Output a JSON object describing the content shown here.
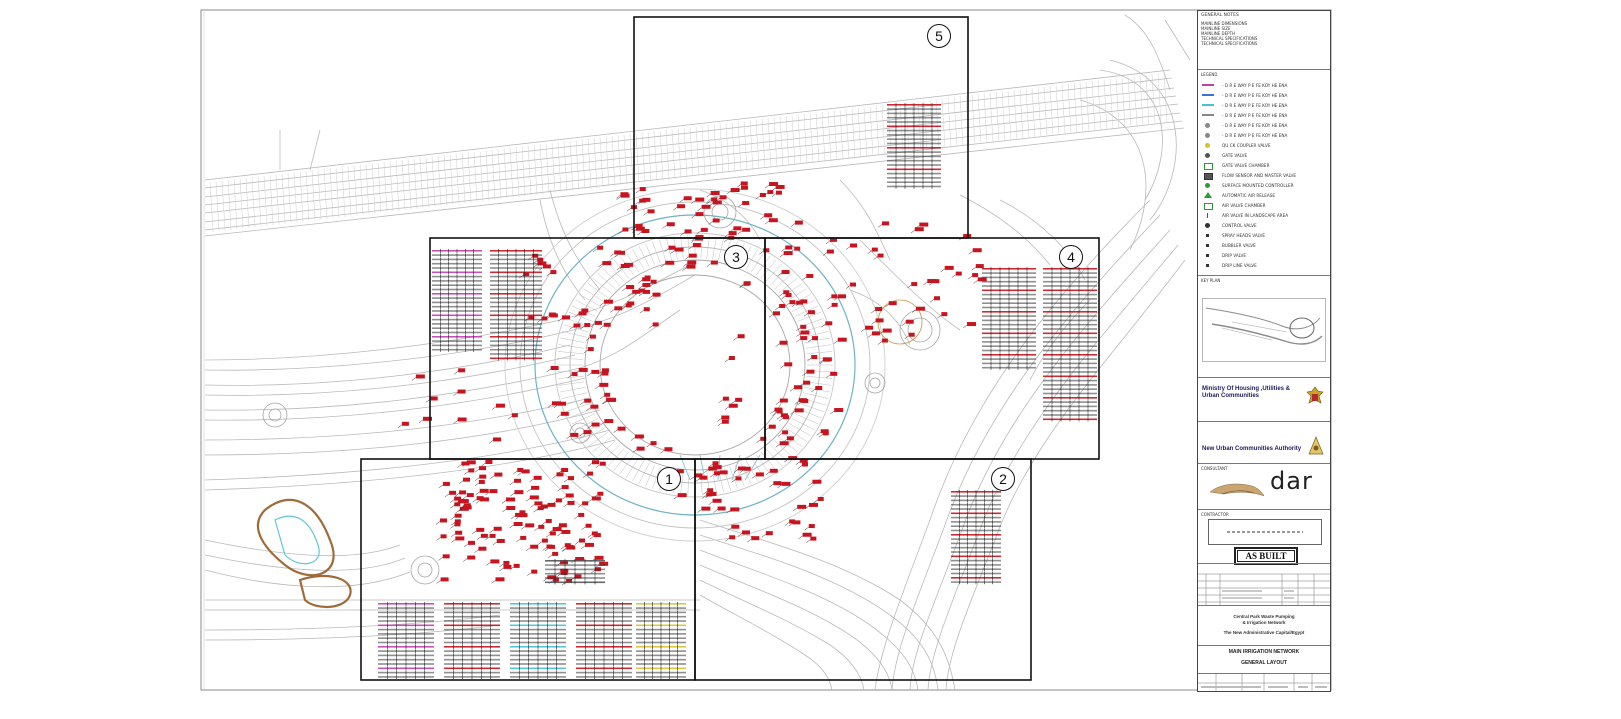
{
  "sheet": {
    "zone_numbers": [
      "1",
      "2",
      "3",
      "4",
      "5"
    ],
    "colors": {
      "linework": "#b9b9b9",
      "valve_tags": "#c8141e",
      "frame": "#111111",
      "legend_magenta": "#c23fb0",
      "legend_blue": "#3c6fd8",
      "legend_cyan": "#44c2d6",
      "legend_green": "#2e9a34",
      "legend_yellow": "#d8c22a"
    }
  },
  "title_block": {
    "general_notes_title": "GENERAL NOTES",
    "general_notes": [
      "MAINLINE DIMENSIONS",
      "MAINLINE SIZE",
      "MAINLINE DEPTH",
      "TECHNICAL SPECIFICATIONS",
      "TECHNICAL SPECIFICATIONS"
    ],
    "legend_title": "LEGEND",
    "legend": [
      {
        "label": "- D R E WAY P E FE KOY HE ENA",
        "color": "#c23fb0",
        "icon": "line"
      },
      {
        "label": "- D R E WAY P E FE KOY HE ENA",
        "color": "#3c6fd8",
        "icon": "line"
      },
      {
        "label": "- D R E WAY P E FE KOY HE ENA",
        "color": "#44c2d6",
        "icon": "line"
      },
      {
        "label": "- D R E WAY P E FE KOY HE ENA",
        "color": "#888888",
        "icon": "line"
      },
      {
        "label": "- D R E WAY P E FE KOY HE ENA",
        "color": "#888888",
        "icon": "dot"
      },
      {
        "label": "- D R E WAY P E FE KOY HE ENA",
        "color": "#888888",
        "icon": "dot"
      },
      {
        "label": "QU CK COUPLER VALVE",
        "color": "#d8c22a",
        "icon": "bulb"
      },
      {
        "label": "GATE VALVE",
        "color": "#555555",
        "icon": "dot"
      },
      {
        "label": "GATE VALVE CHAMBER",
        "color": "#2e9a34",
        "icon": "chamber"
      },
      {
        "label": "FLOW SENSOR AND MASTER VALVE",
        "color": "#333333",
        "icon": "box"
      },
      {
        "label": "SURFACE MOUNTED CONTROLLER",
        "color": "#2e9a34",
        "icon": "round"
      },
      {
        "label": "AUTOMATIC AIR RELEASE",
        "color": "#2e9a34",
        "icon": "arrow"
      },
      {
        "label": "AIR VALVE CHAMBER",
        "color": "#2e9a34",
        "icon": "greenbox"
      },
      {
        "label": "AIR VALVE IN LANDSCAPE AREA",
        "color": "#555555",
        "icon": "tick"
      },
      {
        "label": "CONTROL VALVE",
        "color": "#333333",
        "icon": "dot"
      },
      {
        "label": "SPRAY HEADS VALVE",
        "color": "#333333",
        "icon": "letter"
      },
      {
        "label": "BUBBLER VALVE",
        "color": "#333333",
        "icon": "letter"
      },
      {
        "label": "DRIP VALVE",
        "color": "#333333",
        "icon": "letter"
      },
      {
        "label": "DRIP LINE VALVE",
        "color": "#333333",
        "icon": "letter"
      }
    ],
    "key_plan_title": "KEY PLAN",
    "client": "Ministry Of Housing ,Utilities & Urban Communities",
    "authority": "New Urban Communities Authority",
    "consultant_title": "CONSULTANT",
    "consultant": "dar",
    "contractor_title": "CONTRACTOR",
    "stamp": "AS BUILT",
    "project_lines": [
      "Central Park Waste Pumping",
      "& Irrigation Network",
      "The New Administrative Capital/Egypt"
    ],
    "sheet_title": "MAIN IRRIGATION NETWORK",
    "sheet_subtitle": "GENERAL LAYOUT"
  }
}
